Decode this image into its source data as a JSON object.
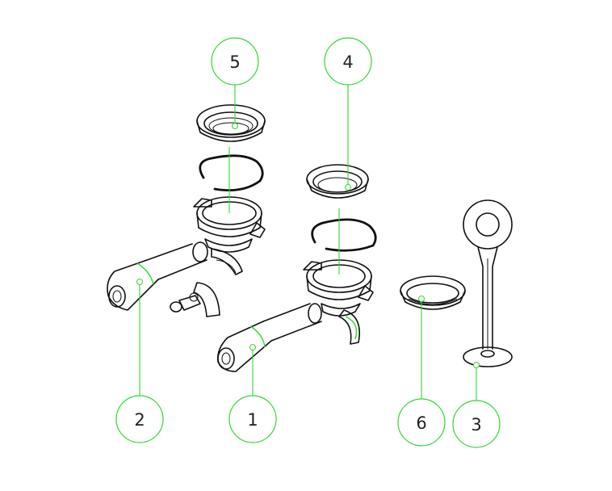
{
  "diagram": {
    "colors": {
      "accent": "#33d633",
      "ink": "#111111",
      "background": "#ffffff"
    },
    "callouts": [
      {
        "id": "1",
        "label": "1"
      },
      {
        "id": "2",
        "label": "2"
      },
      {
        "id": "3",
        "label": "3"
      },
      {
        "id": "4",
        "label": "4"
      },
      {
        "id": "5",
        "label": "5"
      },
      {
        "id": "6",
        "label": "6"
      }
    ]
  }
}
